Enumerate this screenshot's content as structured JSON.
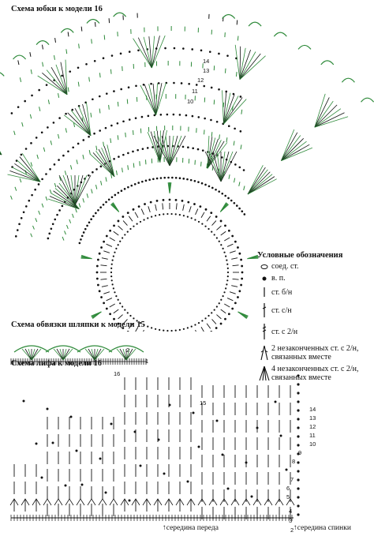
{
  "titles": {
    "skirt": "Схема юбки к модели 16",
    "hat": "Схема обвязки шляпки к модели",
    "hat_num": "15",
    "bodice": "Схема лифа к модели 16"
  },
  "legend": {
    "title": "Условные обозначения",
    "items": [
      {
        "icon": "slip-stitch-icon",
        "label": "соед. ст."
      },
      {
        "icon": "chain-dot-icon",
        "label": "в. п."
      },
      {
        "icon": "single-crochet-icon",
        "label": "ст. б/н"
      },
      {
        "icon": "double-crochet-icon",
        "label": "ст. с/н"
      },
      {
        "icon": "treble-crochet-icon",
        "label": "ст. с 2/н"
      },
      {
        "icon": "cluster-2-icon",
        "label": "2 незаконченных ст. с 2/н, связанных вместе"
      },
      {
        "icon": "cluster-4-icon",
        "label": "4 незаконченных ст. с 2/н, связанных вместе"
      }
    ]
  },
  "skirt_row_numbers": [
    "14",
    "13",
    "12",
    "11",
    "10"
  ],
  "hat_row_numbers": [
    "2",
    "1"
  ],
  "bodice_row_numbers": [
    "16",
    "15",
    "14",
    "13",
    "12",
    "11",
    "10",
    "9",
    "8",
    "7",
    "6",
    "5",
    "4",
    "3",
    "2",
    "1"
  ],
  "footer": {
    "front": "середина переда",
    "back": "середина спинки"
  },
  "colors": {
    "green": "#2e8a3a",
    "ink": "#111111"
  }
}
